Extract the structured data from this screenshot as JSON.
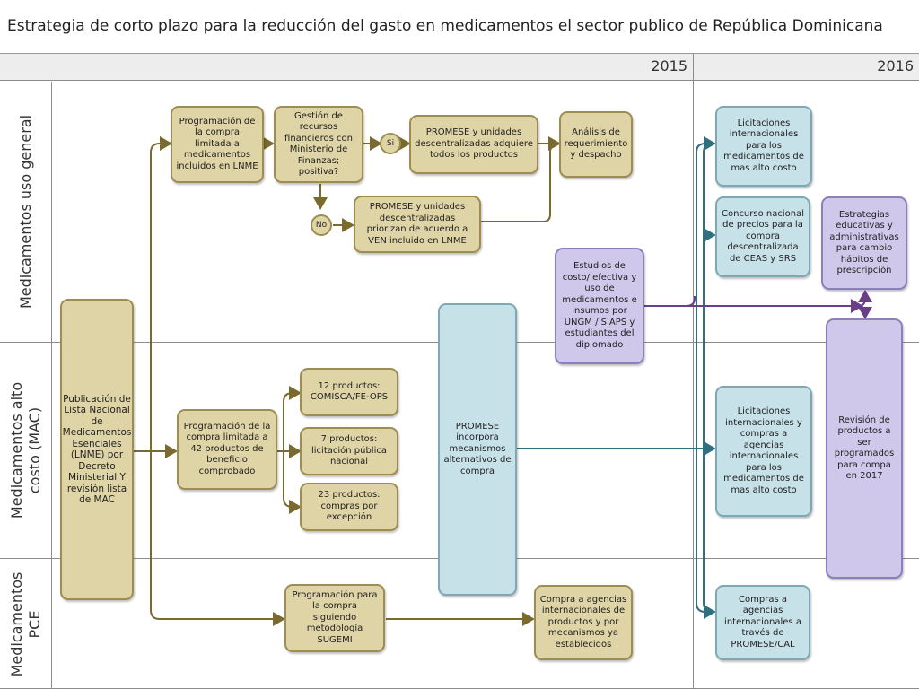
{
  "title": "Estrategia de corto plazo para la reducción del gasto en medicamentos el sector publico de República Dominicana",
  "years": [
    "2015",
    "2016"
  ],
  "lanes": [
    "Medicamentos uso general",
    "Medicamentos alto costo (MAC)",
    "Medicamentos PCE"
  ],
  "boxes": {
    "publicacion": "Publicación de Lista Nacional de Medicamentos Esenciales (LNME) por Decreto Ministerial Y revisión lista de MAC",
    "prog_limitada": "Programación de la compra limitada a medicamentos incluidos en LNME",
    "gestion": "Gestión de recursos financieros con Ministerio de Finanzas; positiva?",
    "si": "Si",
    "no": "No",
    "promese_todos": "PROMESE y unidades descentralizadas adquiere todos los productos",
    "promese_priorizan": "PROMESE y unidades descentralizadas priorizan de acuerdo a VEN incluido en LNME",
    "analisis": "Análisis de requerimiento y despacho",
    "estudios": "Estudios de costo/ efectiva y uso de medicamentos e insumos por UNGM / SIAPS y estudiantes del diplomado",
    "promese_mecanismos": "PROMESE incorpora mecanismos alternativos de compra",
    "prog_42": "Programación de la compra limitada a 42 productos de beneficio comprobado",
    "p12": "12 productos: COMISCA/FE-OPS",
    "p7": "7 productos: licitación pública nacional",
    "p23": "23 productos: compras por excepción",
    "prog_sugemi": "Programación para la compra siguiendo metodología SUGEMI",
    "compra_agencias": "Compra a agencias internacionales de productos y por mecanismos ya establecidos",
    "lic_int": "Licitaciones internacionales para los medicamentos de mas alto costo",
    "concurso": "Concurso nacional de precios para la compra descentralizada de CEAS y SRS",
    "estrategias": "Estrategias educativas y administrativas para cambio hábitos de prescripción",
    "lic_int_agencias": "Licitaciones internacionales y compras a agencias internacionales para los medicamentos de mas alto costo",
    "revision": "Revisión de productos a ser programados para compa en 2017",
    "compras_agencias_cal": "Compras a agencias internacionales a través de PROMESE/CAL"
  },
  "colors": {
    "tan_fill": "#ded4a6",
    "tan_border": "#9e8d50",
    "blue_fill": "#c7e1e8",
    "blue_border": "#7fa8b4",
    "purple_fill": "#cfc8ea",
    "purple_border": "#8c7fbd",
    "arrow_brown": "#7a6a30",
    "arrow_teal": "#2f6f80",
    "arrow_purple": "#6a3f8a"
  }
}
